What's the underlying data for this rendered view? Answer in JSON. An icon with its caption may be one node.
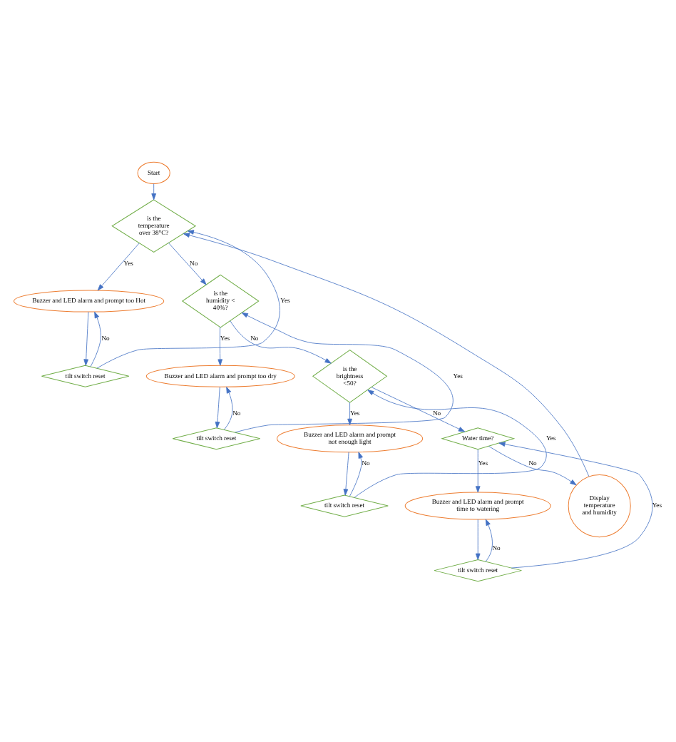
{
  "diagram": {
    "nodes": [
      {
        "text": [
          "Start"
        ]
      },
      {
        "text": [
          "is the temperature over 38°C?"
        ]
      },
      {
        "text": [
          "Buzzer and LED alarm and prompt too Hot"
        ]
      },
      {
        "text": [
          "tilt switch reset"
        ]
      },
      {
        "text": [
          "is the humidity < 40%?"
        ]
      },
      {
        "text": [
          "Buzzer and LED alarm and prompt too dry"
        ]
      },
      {
        "text": [
          "tilt switch reset"
        ]
      },
      {
        "text": [
          "is the brightness <50?"
        ]
      },
      {
        "text": [
          "Buzzer and LED alarm and prompt not enough light"
        ]
      },
      {
        "text": [
          "tilt switch reset"
        ]
      },
      {
        "text": [
          "Water time?"
        ]
      },
      {
        "text": [
          "Buzzer and LED alarm and prompt time to watering"
        ]
      },
      {
        "text": [
          "tilt switch reset"
        ]
      },
      {
        "text": [
          "Display temperature and humidity"
        ]
      }
    ],
    "edges": [
      {
        "from": 0,
        "to": 1,
        "arrow": "to"
      },
      {
        "from": 1,
        "to": 2,
        "arrow": "to",
        "label": "Yes"
      },
      {
        "from": 1,
        "to": 4,
        "arrow": "to",
        "label": "No"
      },
      {
        "from": 2,
        "to": 3,
        "arrow": "to"
      },
      {
        "from": 3,
        "to": 2,
        "arrow": "to",
        "label": "No"
      },
      {
        "from": 3,
        "to": 1,
        "arrow": "to",
        "label": "Yes"
      },
      {
        "from": 4,
        "to": 5,
        "arrow": "to",
        "label": "Yes"
      },
      {
        "from": 4,
        "to": 7,
        "arrow": "to",
        "label": "No"
      },
      {
        "from": 5,
        "to": 6,
        "arrow": "to"
      },
      {
        "from": 6,
        "to": 5,
        "arrow": "to",
        "label": "No"
      },
      {
        "from": 6,
        "to": 4,
        "arrow": "to",
        "label": "Yes"
      },
      {
        "from": 7,
        "to": 8,
        "arrow": "to",
        "label": "Yes"
      },
      {
        "from": 7,
        "to": 10,
        "arrow": "to",
        "label": "No"
      },
      {
        "from": 8,
        "to": 9,
        "arrow": "to"
      },
      {
        "from": 9,
        "to": 8,
        "arrow": "to",
        "label": "No"
      },
      {
        "from": 9,
        "to": 7,
        "arrow": "to",
        "label": "Yes"
      },
      {
        "from": 10,
        "to": 11,
        "arrow": "to",
        "label": "Yes"
      },
      {
        "from": 10,
        "to": 13,
        "arrow": "to",
        "label": "No"
      },
      {
        "from": 11,
        "to": 12,
        "arrow": "to"
      },
      {
        "from": 12,
        "to": 11,
        "arrow": "to",
        "label": "No"
      },
      {
        "from": 12,
        "to": 10,
        "arrow": "to",
        "label": "Yes"
      },
      {
        "from": 13,
        "to": 1,
        "arrow": "to"
      }
    ]
  }
}
